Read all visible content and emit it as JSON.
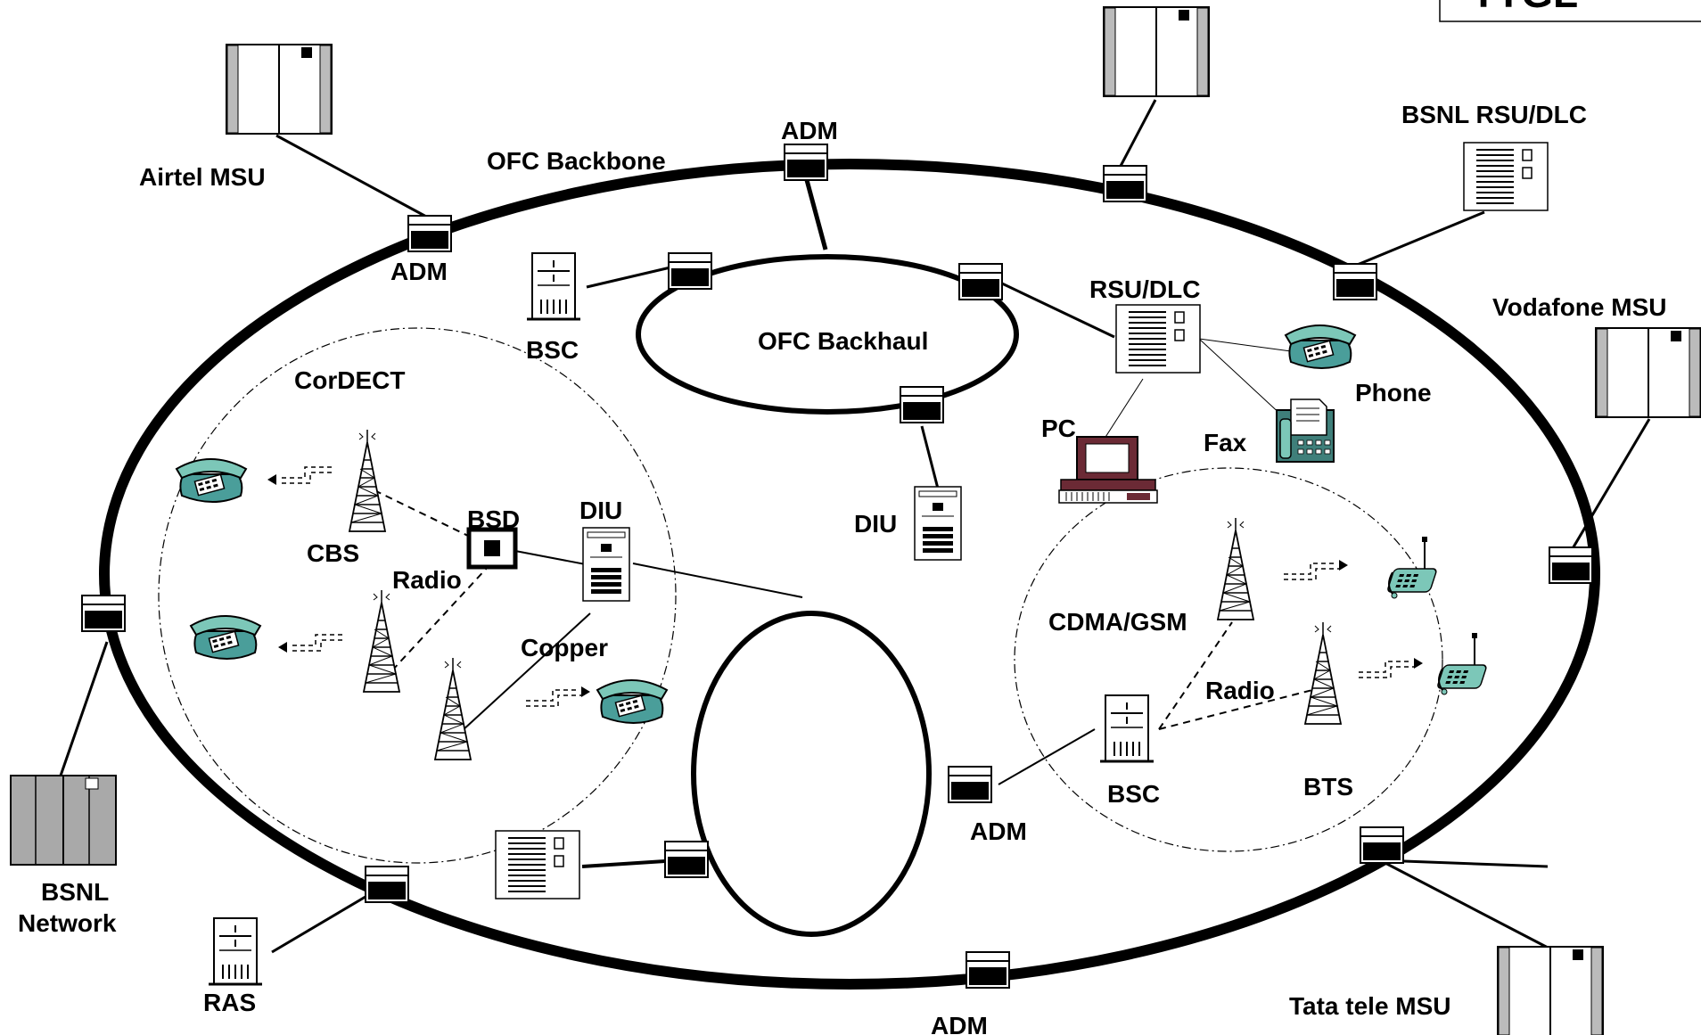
{
  "corner_logo": {
    "text": "TTGL"
  },
  "rings": {
    "backbone": "OFC Backbone",
    "backhaul": "OFC Backhaul"
  },
  "clouds": {
    "cordect": "CorDECT",
    "cdma_gsm": "CDMA/GSM"
  },
  "labels": {
    "airtel_msu": "Airtel MSU",
    "bsnl_rsu_dlc": "BSNL RSU/DLC",
    "vodafone_msu": "Vodafone MSU",
    "tata_tele_msu": "Tata tele MSU",
    "bsnl_network_line1": "BSNL",
    "bsnl_network_line2": "Network",
    "ras": "RAS",
    "adm_top": "ADM",
    "adm_left": "ADM",
    "adm_inner": "ADM",
    "adm_bottom": "ADM",
    "bsc_top": "BSC",
    "bsc_right": "BSC",
    "rsu_dlc": "RSU/DLC",
    "phone": "Phone",
    "fax": "Fax",
    "pc": "PC",
    "diu_center": "DIU",
    "diu_left": "DIU",
    "bsd": "BSD",
    "cbs": "CBS",
    "radio_left": "Radio",
    "copper": "Copper",
    "radio_right": "Radio",
    "bts": "BTS"
  },
  "colors": {
    "ink": "#000000",
    "phone_teal": "#4a9e9a",
    "phone_green": "#7cc7b8",
    "pc_maroon": "#6b2a35",
    "fax_teal": "#3f7f7a",
    "bsnl_gray": "#a9a9a9"
  }
}
